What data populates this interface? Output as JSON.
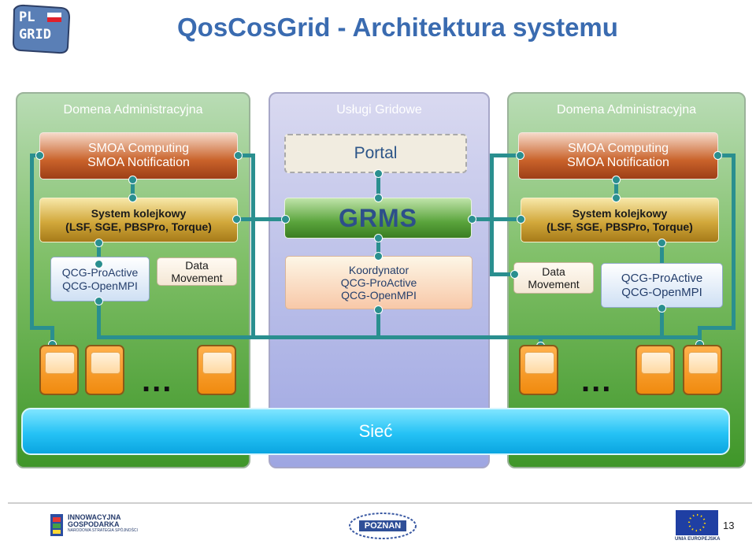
{
  "title": "QosCosGrid - Architektura systemu",
  "logo": {
    "text_line1": "PL",
    "text_line2": "GRID"
  },
  "left_domain": {
    "title": "Domena Administracyjna",
    "smoa_line1": "SMOA Computing",
    "smoa_line2": "SMOA Notification",
    "queue_line1": "System kolejkowy",
    "queue_line2": "(LSF, SGE, PBSPro, Torque)",
    "qcg_line1": "QCG-ProActive",
    "qcg_line2": "QCG-OpenMPI",
    "dm_line1": "Data",
    "dm_line2": "Movement",
    "ellipsis": "..."
  },
  "middle": {
    "title": "Usługi Gridowe",
    "portal": "Portal",
    "grms": "GRMS",
    "koord_line1": "Koordynator",
    "koord_line2": "QCG-ProActive",
    "koord_line3": "QCG-OpenMPI"
  },
  "right_domain": {
    "title": "Domena Administracyjna",
    "smoa_line1": "SMOA Computing",
    "smoa_line2": "SMOA Notification",
    "queue_line1": "System kolejkowy",
    "queue_line2": "(LSF, SGE, PBSPro, Torque)",
    "dm_line1": "Data",
    "dm_line2": "Movement",
    "qcg_line1": "QCG-ProActive",
    "qcg_line2": "QCG-OpenMPI",
    "ellipsis": "..."
  },
  "network": "Sieć",
  "footer": {
    "logo_left_line1": "INNOWACYJNA",
    "logo_left_line2": "GOSPODARKA",
    "logo_left_line3": "NARODOWA STRATEGIA SPÓJNOŚCI",
    "logo_center": "POZNAN",
    "logo_right": "UNIA EUROPEJSKA",
    "page_number": "13"
  },
  "colors": {
    "title": "#3a6bb0",
    "connector": "#2a8f8f",
    "domain_green": "#3f9629",
    "services_lavender": "#9ea6e2",
    "network_blue": "#25c2f5",
    "node_orange": "#f08a0e"
  }
}
